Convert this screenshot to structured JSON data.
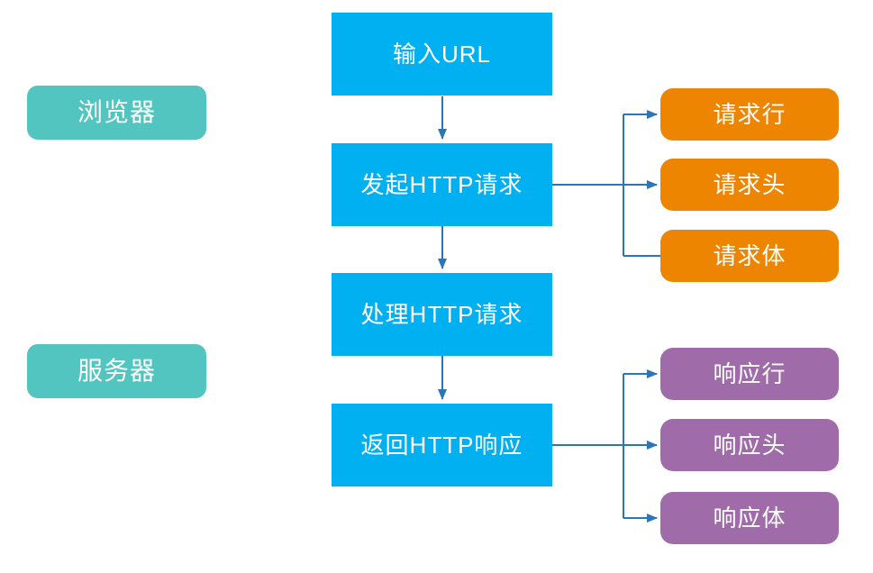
{
  "diagram": {
    "type": "flowchart",
    "actors": [
      {
        "id": "browser",
        "label": "浏览器"
      },
      {
        "id": "server",
        "label": "服务器"
      }
    ],
    "steps": [
      {
        "id": "input-url",
        "label": "输入URL"
      },
      {
        "id": "send-http-request",
        "label": "发起HTTP请求"
      },
      {
        "id": "process-http-request",
        "label": "处理HTTP请求"
      },
      {
        "id": "return-http-response",
        "label": "返回HTTP响应"
      }
    ],
    "request_parts": [
      {
        "id": "request-line",
        "label": "请求行"
      },
      {
        "id": "request-headers",
        "label": "请求头"
      },
      {
        "id": "request-body",
        "label": "请求体"
      }
    ],
    "response_parts": [
      {
        "id": "response-line",
        "label": "响应行"
      },
      {
        "id": "response-headers",
        "label": "响应头"
      },
      {
        "id": "response-body",
        "label": "响应体"
      }
    ],
    "edges": [
      {
        "from": "input-url",
        "to": "send-http-request",
        "arrow": true
      },
      {
        "from": "send-http-request",
        "to": "process-http-request",
        "arrow": true
      },
      {
        "from": "process-http-request",
        "to": "return-http-response",
        "arrow": true
      },
      {
        "from": "send-http-request",
        "to": "request-line",
        "arrow": true
      },
      {
        "from": "send-http-request",
        "to": "request-headers",
        "arrow": true
      },
      {
        "from": "send-http-request",
        "to": "request-body",
        "arrow": false
      },
      {
        "from": "return-http-response",
        "to": "response-line",
        "arrow": true
      },
      {
        "from": "return-http-response",
        "to": "response-headers",
        "arrow": true
      },
      {
        "from": "return-http-response",
        "to": "response-body",
        "arrow": true
      }
    ],
    "colors": {
      "step": "#00B0F0",
      "actor": "#52C5C0",
      "request": "#ED8500",
      "response": "#9F6BA8",
      "connector": "#2E75B6",
      "text": "#FFFFFF"
    }
  }
}
